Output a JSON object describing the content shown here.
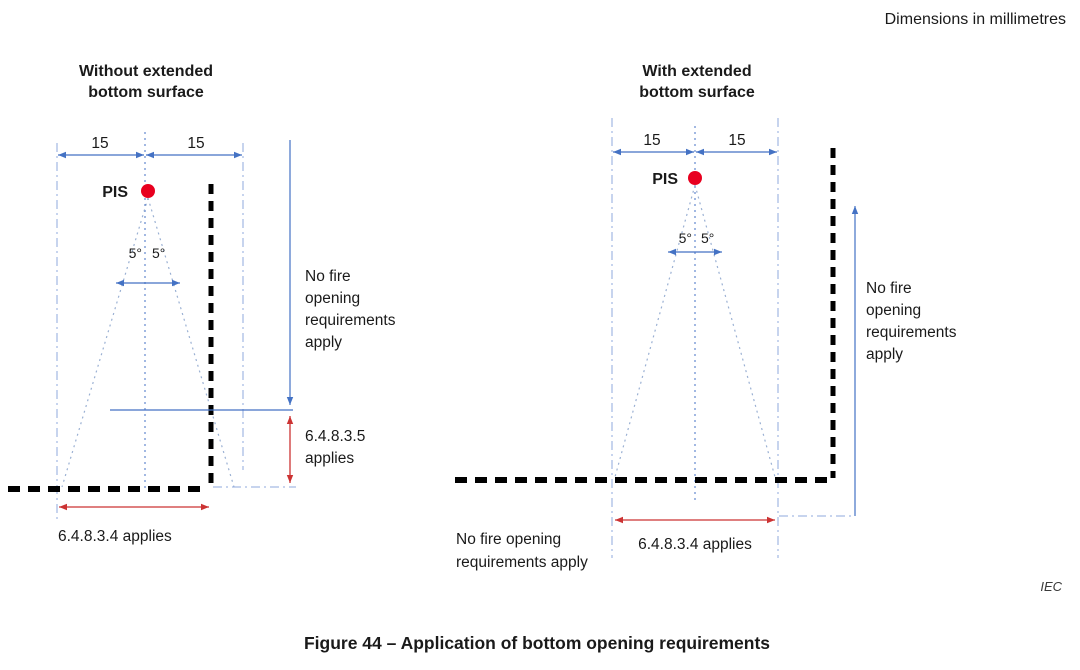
{
  "page": {
    "dimensions_note": "Dimensions in millimetres",
    "iec_label": "IEC",
    "caption": "Figure 44 – Application of bottom opening requirements"
  },
  "colors": {
    "dimension_blue": "#4472c4",
    "extension_blue": "#8faadc",
    "cone_blue": "#9ab0d3",
    "arrow_red": "#cc3333",
    "dot_red": "#e8001f",
    "barrier_black": "#000000",
    "text_black": "#1a1a1a"
  },
  "left": {
    "title": [
      "Without extended",
      "bottom surface"
    ],
    "dim_labels": [
      "15",
      "15"
    ],
    "pis_label": "PIS",
    "angle_labels": [
      "5°",
      "5°"
    ],
    "no_fire_note": [
      "No fire",
      "opening",
      "requirements",
      "apply"
    ],
    "rule_6_4_8_3_5": [
      "6.4.8.3.5",
      "applies"
    ],
    "rule_6_4_8_3_4": "6.4.8.3.4 applies"
  },
  "right": {
    "title": [
      "With extended",
      "bottom surface"
    ],
    "dim_labels": [
      "15",
      "15"
    ],
    "pis_label": "PIS",
    "angle_labels": [
      "5°",
      "5°"
    ],
    "no_fire_note_side": [
      "No fire",
      "opening",
      "requirements",
      "apply"
    ],
    "rule_6_4_8_3_4": "6.4.8.3.4 applies",
    "no_fire_note_bottom": [
      "No fire opening",
      "requirements apply"
    ]
  }
}
